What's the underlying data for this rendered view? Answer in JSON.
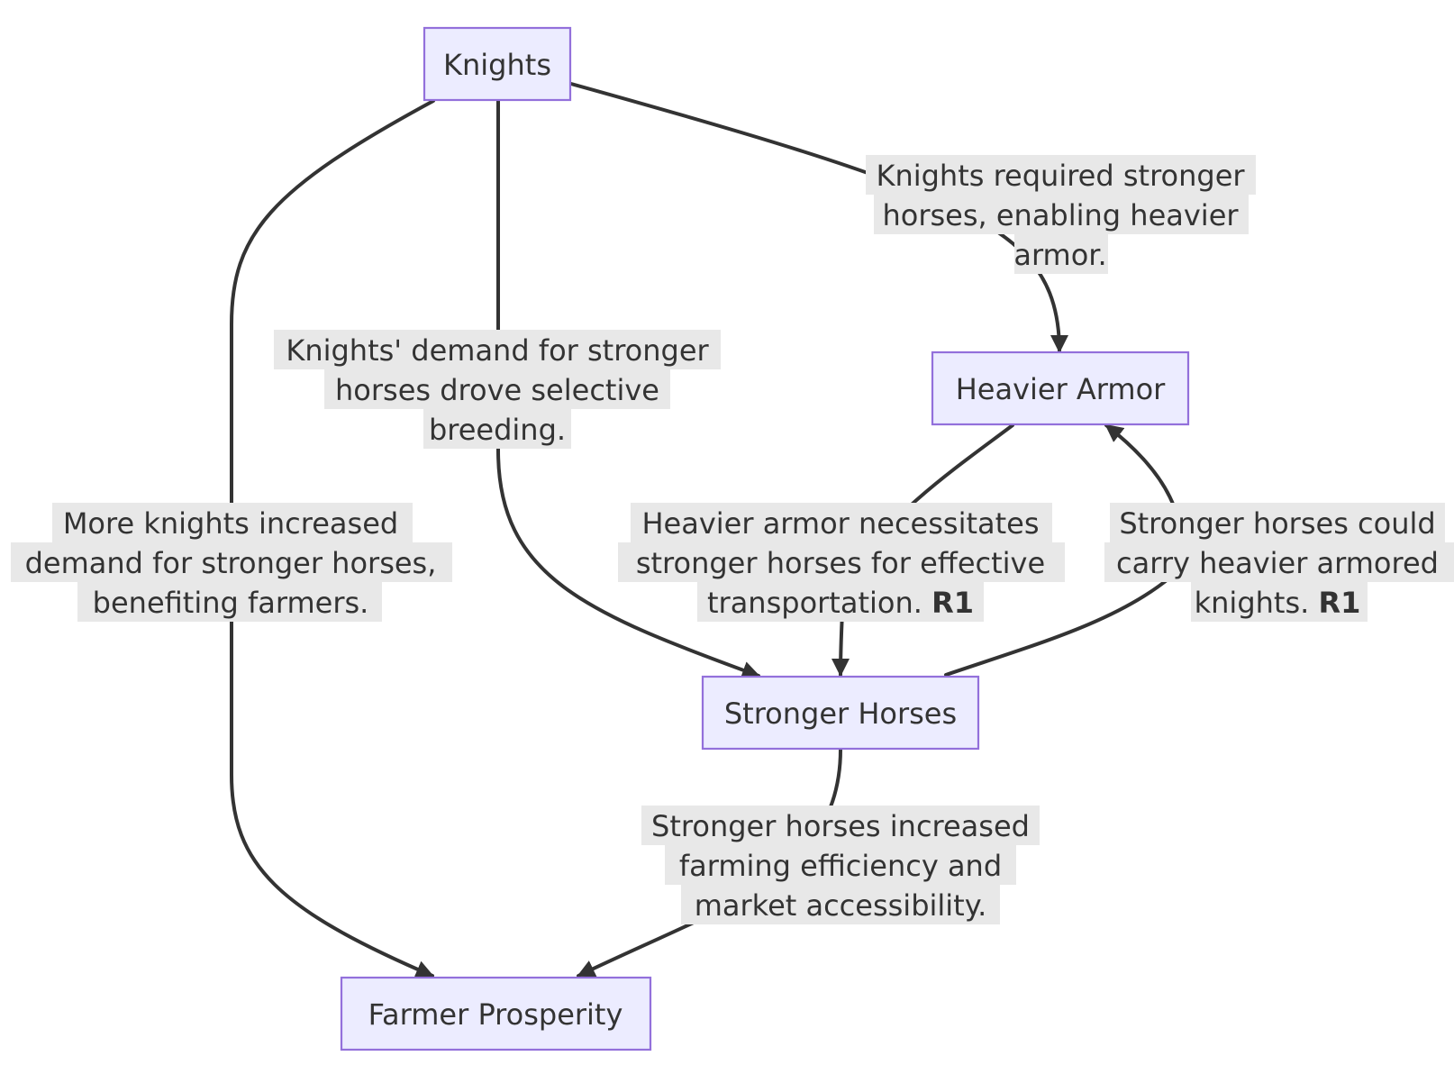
{
  "nodes": {
    "knights": "Knights",
    "heavier_armor": "Heavier Armor",
    "stronger_horses": "Stronger Horses",
    "farmer_prosperity": "Farmer Prosperity"
  },
  "edges": {
    "knights_to_armor": {
      "lines": [
        "Knights required stronger",
        "horses, enabling heavier",
        "armor."
      ]
    },
    "knights_to_horses": {
      "lines": [
        "Knights' demand for stronger",
        "horses drove selective",
        "breeding."
      ]
    },
    "knights_to_farmers": {
      "lines": [
        "More knights increased",
        "demand for stronger horses,",
        "benefiting farmers."
      ]
    },
    "armor_to_horses": {
      "lines": [
        "Heavier armor necessitates",
        "stronger horses for effective",
        "transportation."
      ],
      "tag": "R1"
    },
    "horses_to_armor": {
      "lines": [
        "Stronger horses could",
        "carry heavier armored",
        "knights."
      ],
      "tag": "R1"
    },
    "horses_to_farmers": {
      "lines": [
        "Stronger horses increased",
        "farming efficiency and",
        "market accessibility."
      ]
    }
  }
}
